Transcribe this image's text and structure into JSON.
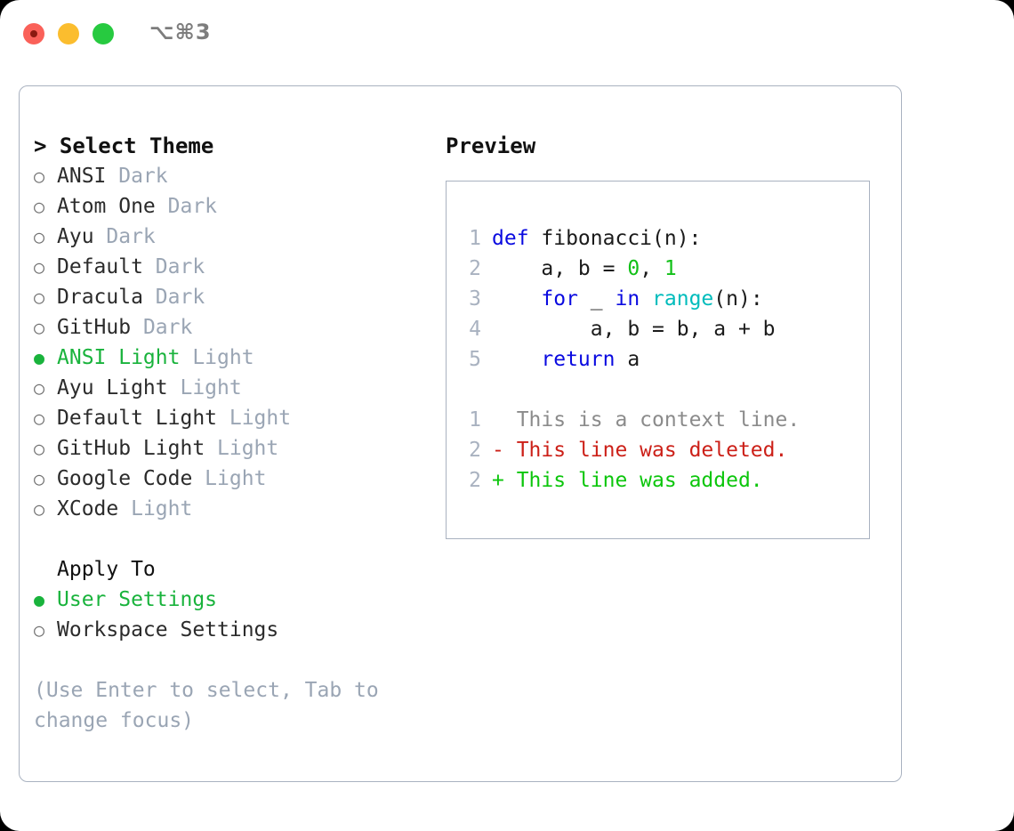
{
  "titlebar": {
    "shortcut": "⌥⌘3",
    "buttons": [
      "close",
      "minimize",
      "maximize"
    ]
  },
  "theme_picker": {
    "header": "> Select Theme",
    "header_caret": ">",
    "header_label": "Select Theme",
    "bullet_unselected": "○",
    "bullet_selected": "●",
    "items": [
      {
        "name": "ANSI",
        "tag": "Dark",
        "selected": false
      },
      {
        "name": "Atom One",
        "tag": "Dark",
        "selected": false
      },
      {
        "name": "Ayu",
        "tag": "Dark",
        "selected": false
      },
      {
        "name": "Default",
        "tag": "Dark",
        "selected": false
      },
      {
        "name": "Dracula",
        "tag": "Dark",
        "selected": false
      },
      {
        "name": "GitHub",
        "tag": "Dark",
        "selected": false
      },
      {
        "name": "ANSI Light",
        "tag": "Light",
        "selected": true
      },
      {
        "name": "Ayu Light",
        "tag": "Light",
        "selected": false
      },
      {
        "name": "Default Light",
        "tag": "Light",
        "selected": false
      },
      {
        "name": "GitHub Light",
        "tag": "Light",
        "selected": false
      },
      {
        "name": "Google Code",
        "tag": "Light",
        "selected": false
      },
      {
        "name": "XCode",
        "tag": "Light",
        "selected": false
      }
    ]
  },
  "apply_to": {
    "header": "Apply To",
    "items": [
      {
        "name": "User Settings",
        "selected": true
      },
      {
        "name": "Workspace Settings",
        "selected": false
      }
    ]
  },
  "hint": "(Use Enter to select, Tab to change focus)",
  "preview": {
    "title": "Preview",
    "code_lines": [
      {
        "num": "1",
        "tokens": [
          {
            "t": "def",
            "c": "kw"
          },
          {
            "t": " fibonacci(n):",
            "c": "plain"
          }
        ]
      },
      {
        "num": "2",
        "tokens": [
          {
            "t": "    a, b = ",
            "c": "plain"
          },
          {
            "t": "0",
            "c": "num"
          },
          {
            "t": ", ",
            "c": "plain"
          },
          {
            "t": "1",
            "c": "num"
          }
        ]
      },
      {
        "num": "3",
        "tokens": [
          {
            "t": "    ",
            "c": "plain"
          },
          {
            "t": "for",
            "c": "kw"
          },
          {
            "t": " _ ",
            "c": "plain"
          },
          {
            "t": "in",
            "c": "kw"
          },
          {
            "t": " ",
            "c": "plain"
          },
          {
            "t": "range",
            "c": "fn"
          },
          {
            "t": "(n):",
            "c": "plain"
          }
        ]
      },
      {
        "num": "4",
        "tokens": [
          {
            "t": "        a, b = b, a + b",
            "c": "plain"
          }
        ]
      },
      {
        "num": "5",
        "tokens": [
          {
            "t": "    ",
            "c": "plain"
          },
          {
            "t": "return",
            "c": "kw"
          },
          {
            "t": " a",
            "c": "plain"
          }
        ]
      }
    ],
    "diff_lines": [
      {
        "num": "1",
        "marker": " ",
        "text": " This is a context line.",
        "kind": "ctx"
      },
      {
        "num": "2",
        "marker": "-",
        "text": " This line was deleted.",
        "kind": "del"
      },
      {
        "num": "2",
        "marker": "+",
        "text": " This line was added.",
        "kind": "add"
      }
    ]
  },
  "colors": {
    "accent_green": "#19b33c",
    "muted": "#9aa5b4",
    "border": "#a9b2c0",
    "keyword_blue": "#0a0ae0",
    "function_cyan": "#00bcbc",
    "number_green": "#11c017",
    "diff_delete_red": "#cc2018",
    "diff_add_green": "#0cc60c",
    "traffic_red": "#fa6159",
    "traffic_yellow": "#fbbd2e",
    "traffic_green": "#27ca40"
  }
}
